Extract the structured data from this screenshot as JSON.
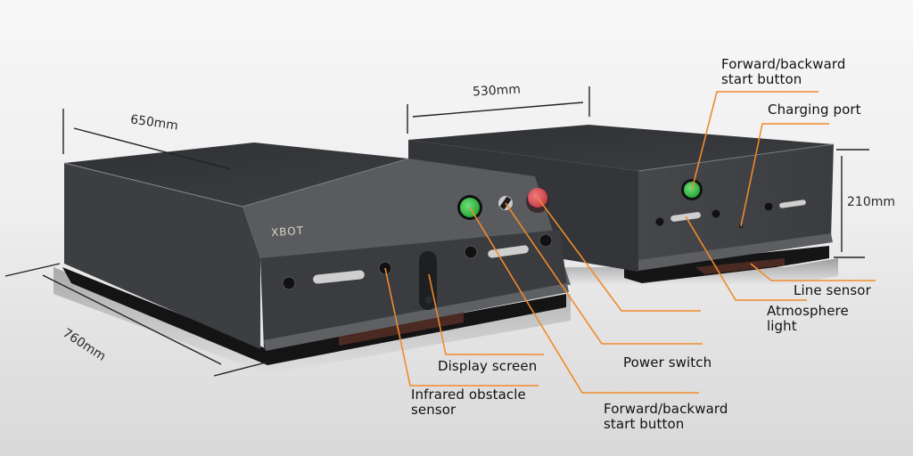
{
  "brand": "XBOT",
  "colors": {
    "leader_line": "#f08a2a",
    "robot_body": "#3a3c40",
    "robot_panel": "#56585c",
    "start_button": "#3fbe4a",
    "power_switch_button": "#d9535c",
    "background": "#efefef"
  },
  "dimensions": {
    "width_front": "650mm",
    "width_rear": "530mm",
    "height": "210mm",
    "length": "760mm"
  },
  "callouts": {
    "forward_backward_top_line1": "Forward/backward",
    "forward_backward_top_line2": "start button",
    "charging_port": "Charging port",
    "line_sensor": "Line sensor",
    "atmosphere_light_line1": "Atmosphere",
    "atmosphere_light_line2": "light",
    "display_screen": "Display screen",
    "power_switch": "Power switch",
    "infrared_line1": "Infrared obstacle",
    "infrared_line2": "sensor",
    "forward_backward_bottom_line1": "Forward/backward",
    "forward_backward_bottom_line2": "start button"
  }
}
